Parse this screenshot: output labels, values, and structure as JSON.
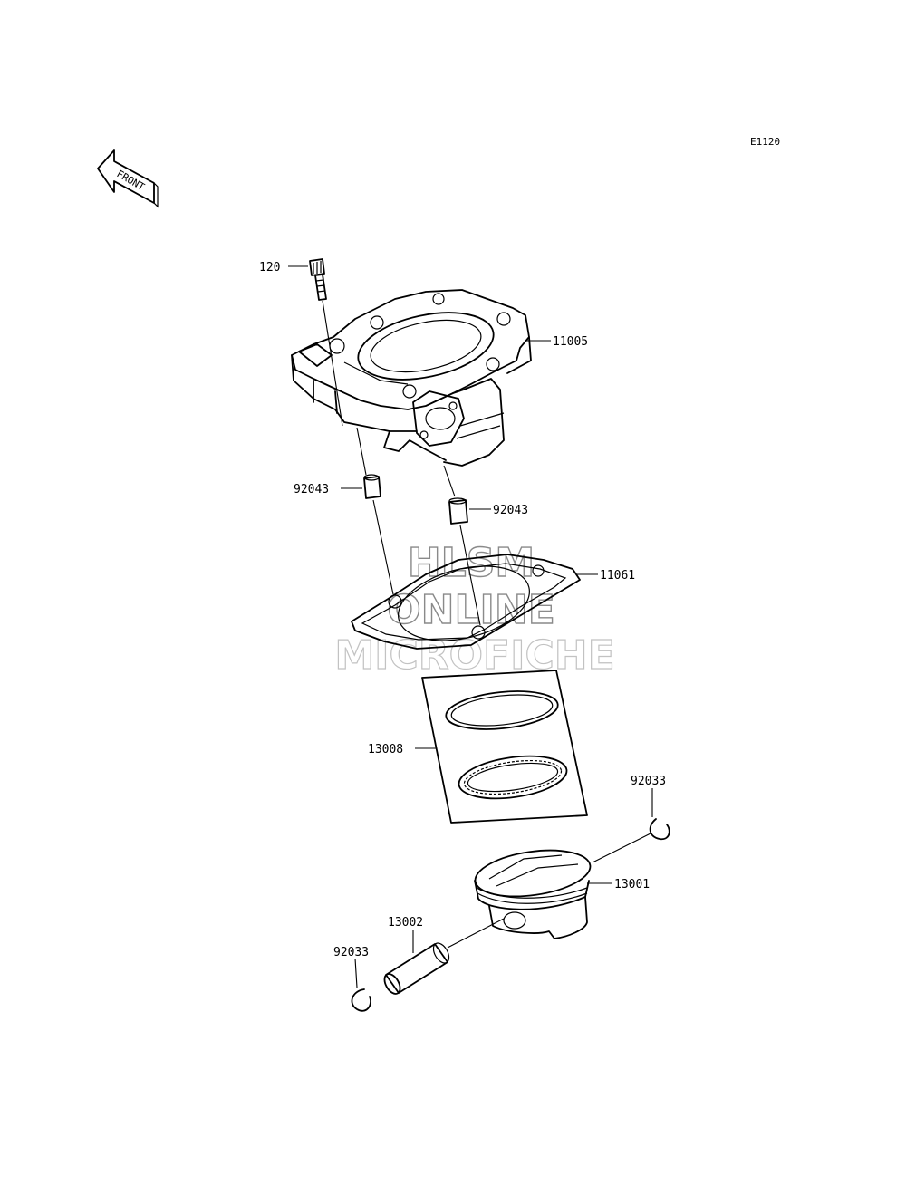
{
  "diagram_code": "E1120",
  "front_arrow": {
    "label": "FRONT",
    "icon": "front-arrow-icon"
  },
  "watermark": {
    "line1": "HLSM",
    "line2": "ONLINE",
    "line3": "MICROFICHE"
  },
  "parts": {
    "bolt": "120",
    "cylinder": "11005",
    "dowel_left": "92043",
    "dowel_right": "92043",
    "base_gasket": "11061",
    "piston_ring_set": "13008",
    "circlip_right": "92033",
    "piston": "13001",
    "piston_pin": "13002",
    "circlip_left": "92033"
  }
}
